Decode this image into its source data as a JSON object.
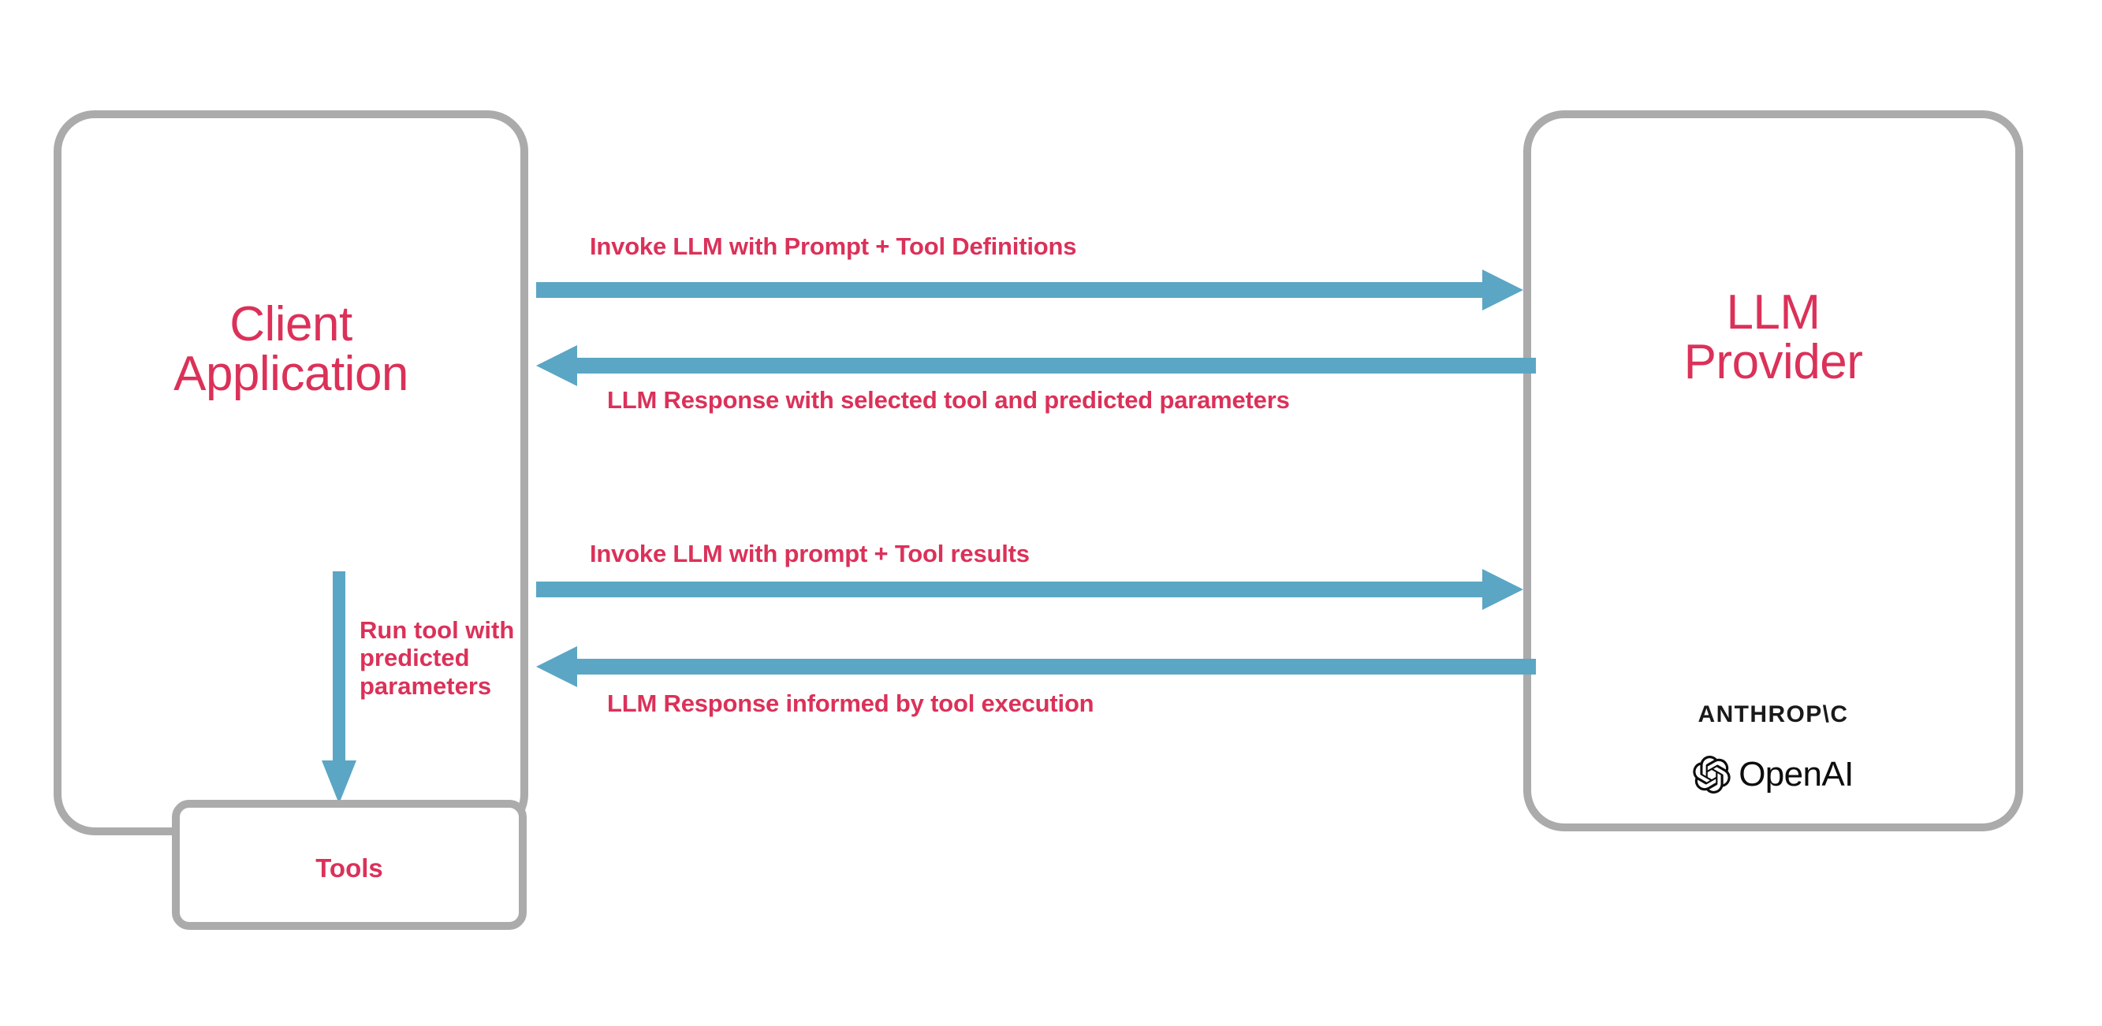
{
  "diagram": {
    "title": "LLM tool-calling sequence between client application and LLM provider",
    "colors": {
      "accent_text": "#DB3159",
      "arrow": "#5BA6C4",
      "box_border": "#ABABAB",
      "background": "#FFFFFF",
      "logo_text": "#0D0D0D"
    }
  },
  "client": {
    "title": "Client\nApplication",
    "title_line_1": "Client",
    "title_line_2": "Application",
    "tools": {
      "label": "Tools"
    },
    "internal_arrow": {
      "label": "Run tool with predicted parameters",
      "direction": "down"
    }
  },
  "provider": {
    "title_line_1": "LLM",
    "title_line_2": "Provider",
    "logos": [
      {
        "name": "anthropic-logo",
        "text": "ANTHROP\\C"
      },
      {
        "name": "openai-logo",
        "text": "OpenAI"
      }
    ]
  },
  "arrows": [
    {
      "id": "arrow-1",
      "label": "Invoke LLM with Prompt + Tool Definitions",
      "direction": "right",
      "from": "Client Application",
      "to": "LLM Provider"
    },
    {
      "id": "arrow-2",
      "label": "LLM Response with selected tool and predicted parameters",
      "direction": "left",
      "from": "LLM Provider",
      "to": "Client Application"
    },
    {
      "id": "arrow-3",
      "label": "Invoke LLM with prompt + Tool results",
      "direction": "right",
      "from": "Client Application",
      "to": "LLM Provider"
    },
    {
      "id": "arrow-4",
      "label": "LLM Response informed by tool execution",
      "direction": "left",
      "from": "LLM Provider",
      "to": "Client Application"
    }
  ]
}
